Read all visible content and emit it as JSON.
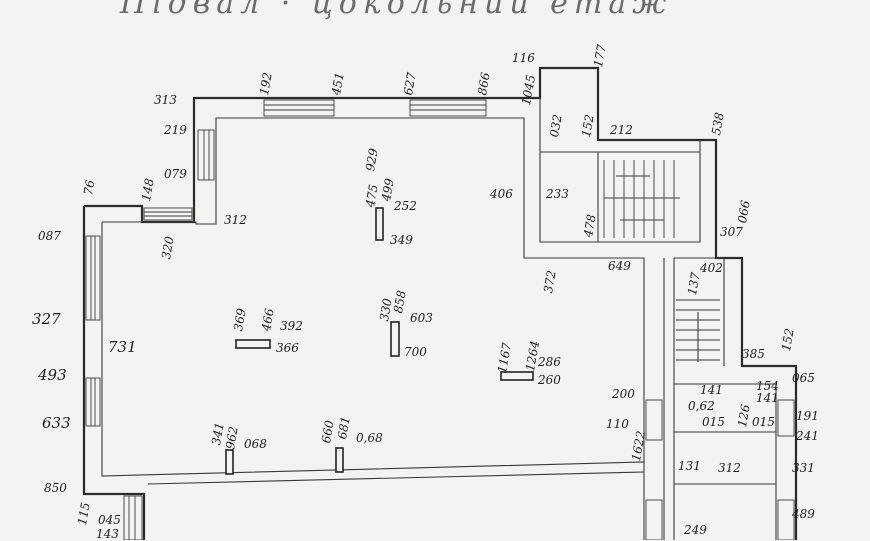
{
  "heading": "Підвал · цокольний етаж",
  "dims": {
    "d313": "313",
    "d192": "192",
    "d451": "451",
    "d627": "627",
    "d866": "866",
    "d116": "116",
    "d177": "177",
    "d1045": "1045",
    "d219": "219",
    "d079": "079",
    "d032": "032",
    "d152": "152",
    "d212": "212",
    "d538": "538",
    "d929": "929",
    "d475": "475",
    "d499": "499",
    "d252": "252",
    "d349": "349",
    "d406": "406",
    "d233": "233",
    "d478": "478",
    "d066": "066",
    "d307": "307",
    "d148": "148",
    "d76": "76",
    "d087": "087",
    "d320": "320",
    "d312": "312",
    "d372": "372",
    "d649": "649",
    "d402": "402",
    "d137": "137",
    "d327": "327",
    "d731": "731",
    "d369": "369",
    "d466": "466",
    "d392": "392",
    "d366": "366",
    "d330": "330",
    "d858": "858",
    "d603": "603",
    "d700": "700",
    "d1167": "1167",
    "d1264": "1264",
    "d286": "286",
    "d260": "260",
    "d385": "385",
    "d152b": "152",
    "d065": "065",
    "d493": "493",
    "d141a": "141",
    "d154": "154",
    "d141b": "141",
    "d200": "200",
    "d062": "0,62",
    "d015a": "015",
    "d126": "126",
    "d015b": "015",
    "d110": "110",
    "d191": "191",
    "d241": "241",
    "d1622": "1622",
    "d633": "633",
    "d341": "341",
    "d962": "962",
    "d068": "068",
    "d660": "660",
    "d681": "681",
    "d068b": "0,68",
    "d131": "131",
    "d312b": "312",
    "d331": "331",
    "d850": "850",
    "d115": "115",
    "d045": "045",
    "d143": "143",
    "d249": "249",
    "d489": "489"
  }
}
